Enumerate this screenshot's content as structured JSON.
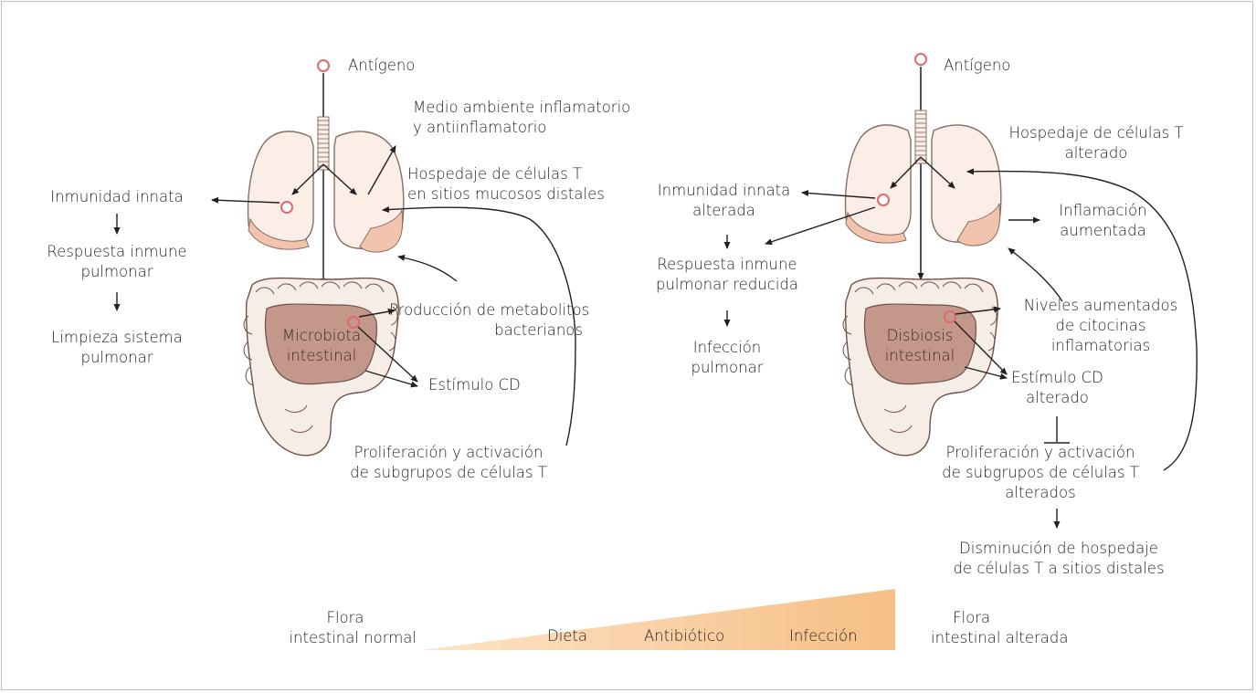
{
  "left": {
    "antigen": "Antígeno",
    "environment": [
      "Medio ambiente inflamatorio",
      "y antiinflamatorio"
    ],
    "homing": [
      "Hospedaje de células T",
      "en sitios mucosos distales"
    ],
    "innate": "Inmunidad innata",
    "response": [
      "Respuesta inmune",
      "pulmonar"
    ],
    "clearance": [
      "Limpieza sistema",
      "pulmonar"
    ],
    "metabolites": [
      "Producción de metabolitos",
      "bacterianos"
    ],
    "gut": [
      "Microbiota",
      "intestinal"
    ],
    "cd": "Estímulo CD",
    "proliferation": [
      "Proliferación y activación",
      "de subgrupos de células T"
    ]
  },
  "right": {
    "antigen": "Antígeno",
    "homing": [
      "Hospedaje de células T",
      "alterado"
    ],
    "innate": [
      "Inmunidad innata",
      "alterada"
    ],
    "inflammation": [
      "Inflamación",
      "aumentada"
    ],
    "response": [
      "Respuesta inmune",
      "pulmonar reducida"
    ],
    "infection": [
      "Infección",
      "pulmonar"
    ],
    "cytokines": [
      "Niveles aumentados",
      "de citocinas",
      "inflamatorias"
    ],
    "gut": [
      "Disbiosis",
      "intestinal"
    ],
    "cd": [
      "Estímulo CD",
      "alterado"
    ],
    "proliferation": [
      "Proliferación y activación",
      "de subgrupos de células T",
      "alterados"
    ],
    "decrease": [
      "Disminución de hospedaje",
      "de células T a sitios distales"
    ]
  },
  "bottom": {
    "normal": [
      "Flora",
      "intestinal normal"
    ],
    "diet": "Dieta",
    "antibiotic": "Antibiótico",
    "infection": "Infección",
    "altered": [
      "Flora",
      "intestinal alterada"
    ]
  },
  "colors": {
    "lung_fill": "#fbeee6",
    "lung_edge": "#8a6d62",
    "lung_shade": "#f2c4ad",
    "gut_fill": "#c3988a",
    "gut_edge": "#6f5148",
    "gut_light": "#f6ede6",
    "gradient": "#f8c896",
    "ring": "#e06a6a"
  }
}
